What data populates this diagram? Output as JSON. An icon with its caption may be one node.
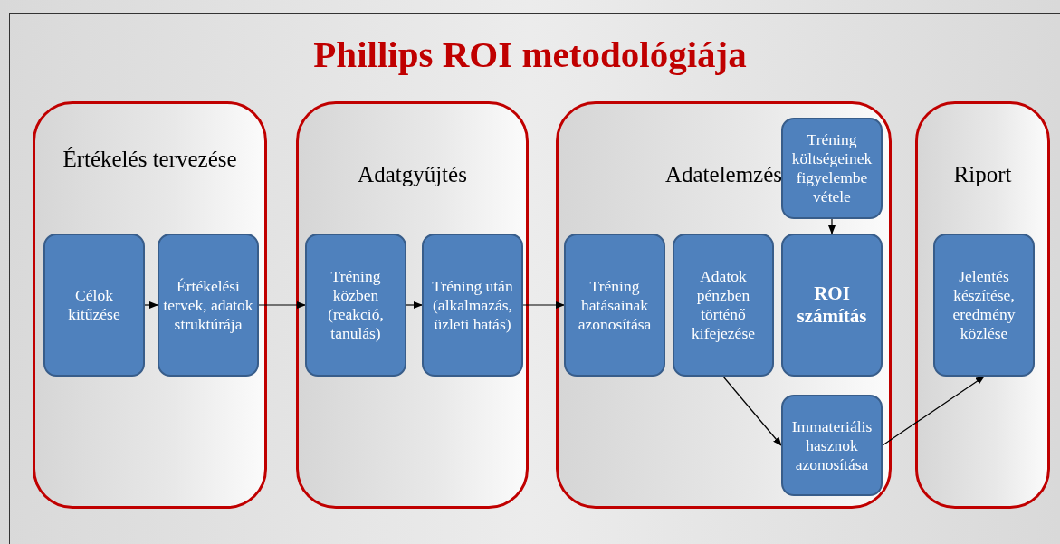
{
  "diagram": {
    "title": "Phillips ROI metodológiája",
    "nodes": [
      {
        "text": [
          "Értékelés tervezése"
        ]
      },
      {
        "text": [
          "Célok kitűzése"
        ],
        "in": 0
      },
      {
        "text": [
          "Értékelési tervek, adatok struktúrája"
        ],
        "in": 0
      },
      {
        "text": [
          "Adatgyűjtés"
        ]
      },
      {
        "text": [
          "Tréning közben (reakció, tanulás)"
        ],
        "in": 3
      },
      {
        "text": [
          "Tréning után (alkalmazás, üzleti hatás)"
        ],
        "in": 3
      },
      {
        "text": [
          "Adatelemzés"
        ]
      },
      {
        "text": [
          "Tréning költségeinek figyelembe vétele"
        ],
        "in": 6
      },
      {
        "text": [
          "Tréning hatásainak azonosítása"
        ],
        "in": 6
      },
      {
        "text": [
          "Adatok pénzben történő kifejezése"
        ],
        "in": 6
      },
      {
        "text": [
          "ROI számítás"
        ],
        "in": 6
      },
      {
        "text": [
          "Immateriális hasznok azonosítása"
        ],
        "in": 6
      },
      {
        "text": [
          "Riport"
        ]
      },
      {
        "text": [
          "Jelentés készítése, eredmény közlése"
        ],
        "in": 12
      }
    ],
    "edges": [
      {
        "from": 1,
        "to": 2,
        "arrow": "to"
      },
      {
        "from": 2,
        "to": 4,
        "arrow": "to"
      },
      {
        "from": 4,
        "to": 5,
        "arrow": "to"
      },
      {
        "from": 5,
        "to": 8,
        "arrow": "to"
      },
      {
        "from": 7,
        "to": 10,
        "arrow": "to"
      },
      {
        "from": 9,
        "to": 11,
        "arrow": "to"
      },
      {
        "from": 11,
        "to": 13,
        "arrow": "to"
      }
    ]
  }
}
